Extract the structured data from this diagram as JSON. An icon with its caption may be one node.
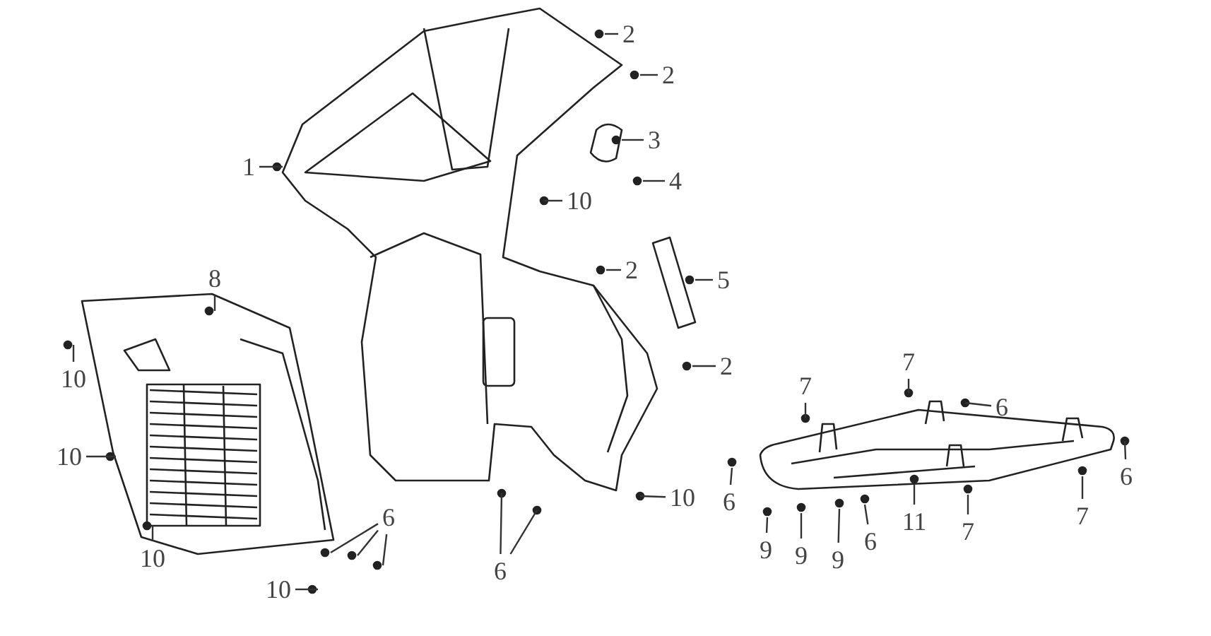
{
  "diagram": {
    "nodes": [
      {
        "text": [
          "1"
        ]
      },
      {
        "text": [
          "2"
        ]
      },
      {
        "text": [
          "2"
        ]
      },
      {
        "text": [
          "3"
        ]
      },
      {
        "text": [
          "4"
        ]
      },
      {
        "text": [
          "10"
        ]
      },
      {
        "text": [
          "2"
        ]
      },
      {
        "text": [
          "5"
        ]
      },
      {
        "text": [
          "8"
        ]
      },
      {
        "text": [
          "2"
        ]
      },
      {
        "text": [
          "10"
        ]
      },
      {
        "text": [
          "7"
        ]
      },
      {
        "text": [
          "7"
        ]
      },
      {
        "text": [
          "6"
        ]
      },
      {
        "text": [
          "10"
        ]
      },
      {
        "text": [
          "6"
        ]
      },
      {
        "text": [
          "6"
        ]
      },
      {
        "text": [
          "10"
        ]
      },
      {
        "text": [
          "6"
        ]
      },
      {
        "text": [
          "11"
        ]
      },
      {
        "text": [
          "7"
        ]
      },
      {
        "text": [
          "7"
        ]
      },
      {
        "text": [
          "6"
        ]
      },
      {
        "text": [
          "9"
        ]
      },
      {
        "text": [
          "9"
        ]
      },
      {
        "text": [
          "9"
        ]
      },
      {
        "text": [
          "10"
        ]
      },
      {
        "text": [
          "6"
        ]
      },
      {
        "text": [
          "10"
        ]
      }
    ],
    "edges": [
      {
        "from": 0,
        "to": null,
        "arrow": "none"
      },
      {
        "from": 1,
        "to": null,
        "arrow": "none"
      },
      {
        "from": 2,
        "to": null,
        "arrow": "none"
      },
      {
        "from": 3,
        "to": null,
        "arrow": "none"
      },
      {
        "from": 4,
        "to": null,
        "arrow": "none"
      },
      {
        "from": 5,
        "to": null,
        "arrow": "none"
      },
      {
        "from": 6,
        "to": null,
        "arrow": "none"
      },
      {
        "from": 7,
        "to": null,
        "arrow": "none"
      },
      {
        "from": 8,
        "to": null,
        "arrow": "none"
      },
      {
        "from": 9,
        "to": null,
        "arrow": "none"
      },
      {
        "from": 10,
        "to": null,
        "arrow": "none"
      },
      {
        "from": 11,
        "to": null,
        "arrow": "none"
      },
      {
        "from": 12,
        "to": null,
        "arrow": "none"
      },
      {
        "from": 13,
        "to": null,
        "arrow": "none"
      },
      {
        "from": 14,
        "to": null,
        "arrow": "none"
      },
      {
        "from": 15,
        "to": null,
        "arrow": "none"
      },
      {
        "from": 16,
        "to": null,
        "arrow": "none"
      },
      {
        "from": 17,
        "to": null,
        "arrow": "none"
      },
      {
        "from": 18,
        "to": null,
        "arrow": "none"
      },
      {
        "from": 18,
        "to": null,
        "arrow": "none"
      },
      {
        "from": 18,
        "to": null,
        "arrow": "none"
      },
      {
        "from": 19,
        "to": null,
        "arrow": "none"
      },
      {
        "from": 20,
        "to": null,
        "arrow": "none"
      },
      {
        "from": 21,
        "to": null,
        "arrow": "none"
      },
      {
        "from": 22,
        "to": null,
        "arrow": "none"
      },
      {
        "from": 23,
        "to": null,
        "arrow": "none"
      },
      {
        "from": 24,
        "to": null,
        "arrow": "none"
      },
      {
        "from": 25,
        "to": null,
        "arrow": "none"
      },
      {
        "from": 26,
        "to": null,
        "arrow": "none"
      },
      {
        "from": 27,
        "to": null,
        "arrow": "none"
      },
      {
        "from": 27,
        "to": null,
        "arrow": "none"
      },
      {
        "from": 28,
        "to": null,
        "arrow": "none"
      }
    ]
  }
}
